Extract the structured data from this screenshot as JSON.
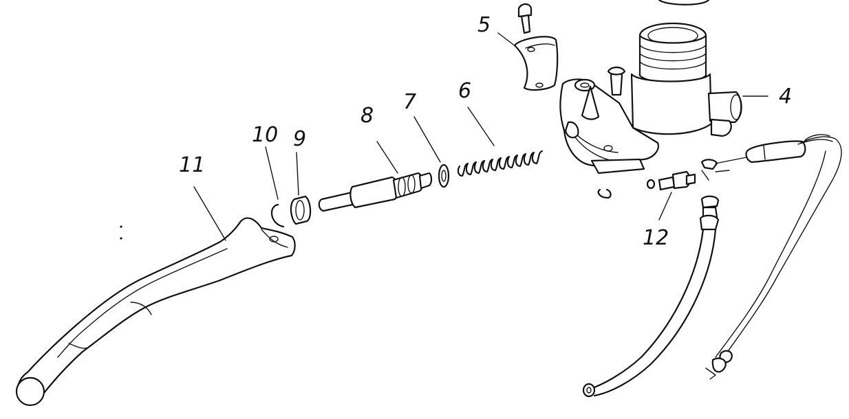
{
  "diagram": {
    "callouts": [
      {
        "id": "4",
        "text": "4"
      },
      {
        "id": "5",
        "text": "5"
      },
      {
        "id": "6",
        "text": "6"
      },
      {
        "id": "7",
        "text": "7"
      },
      {
        "id": "8",
        "text": "8"
      },
      {
        "id": "9",
        "text": "9"
      },
      {
        "id": "10",
        "text": "10"
      },
      {
        "id": "11",
        "text": "11"
      },
      {
        "id": "12",
        "text": "12"
      }
    ]
  },
  "colors": {
    "ink": "#111111",
    "paper": "#ffffff"
  }
}
